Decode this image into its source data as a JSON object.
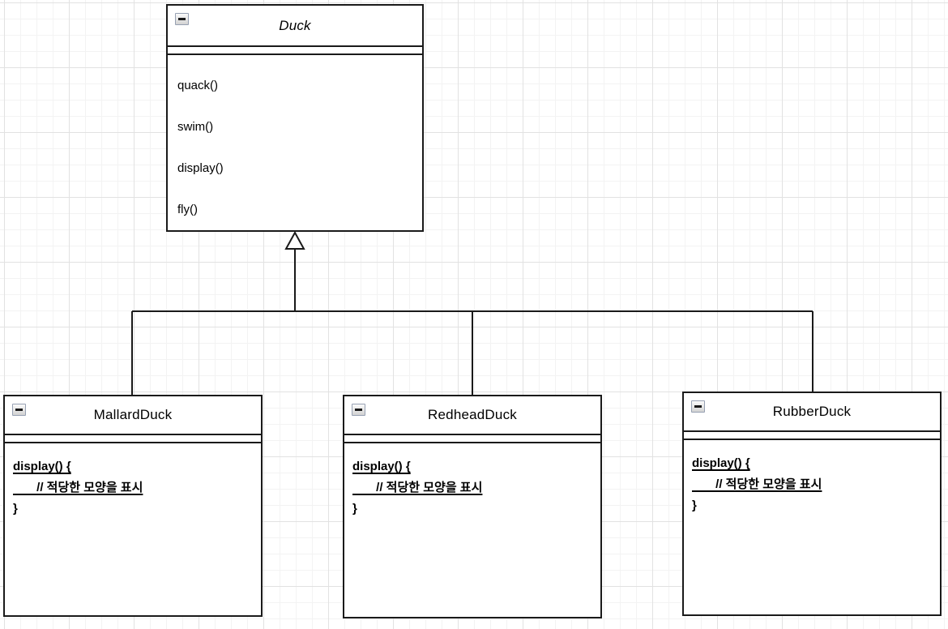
{
  "diagram": {
    "type": "uml-class-diagram",
    "colors": {
      "background": "#ffffff",
      "grid_minor": "#f3f3f3",
      "grid_major": "#e2e2e2",
      "shape_border": "#1a1a1a",
      "shape_fill": "#ffffff",
      "collapse_button_border": "#96a0b2"
    },
    "superclass": {
      "name": "Duck",
      "abstract": true,
      "methods": [
        "quack()",
        "swim()",
        "display()",
        "fly()"
      ]
    },
    "subclasses": [
      {
        "name": "MallardDuck",
        "code": [
          "display() {",
          "       // 적당한 모양을 표시",
          "}"
        ]
      },
      {
        "name": "RedheadDuck",
        "code": [
          "display() {",
          "       // 적당한 모양을 표시",
          "}"
        ]
      },
      {
        "name": "RubberDuck",
        "code": [
          "display() {",
          "       // 적당한 모양을 표시",
          "}"
        ]
      }
    ],
    "relationship": {
      "kind": "generalization",
      "description": "hollow triangle inheritance arrow from subclasses up to Duck"
    },
    "collapse_icon": "minus"
  }
}
